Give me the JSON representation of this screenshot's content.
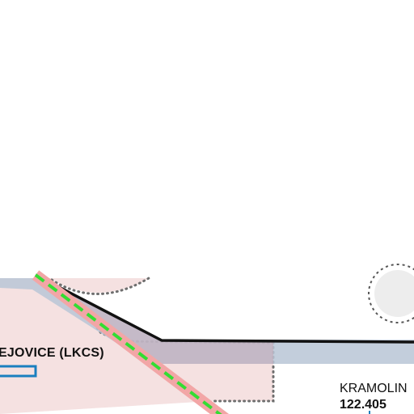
{
  "map": {
    "labels": {
      "airport": "EJOVICE (LKCS)",
      "navaid_name": "KRAMOLIN",
      "navaid_frequency": "122.405"
    },
    "colors": {
      "background": "#ffffff",
      "restricted_area_fill": "#f5e1e1",
      "restricted_area_border": "#6e6e6e",
      "airspace_band_fill": "#b9c6d6",
      "route_fill": "#f2a6a6",
      "route_dashed": "#33dd33",
      "boundary_line": "#111111",
      "airport_symbol": "#1a7fbf",
      "circle_fill": "#ededed",
      "circle_border": "#555555"
    },
    "icons": {
      "airport": "airport-runway-icon",
      "navaid": "navaid-circle-icon"
    }
  }
}
